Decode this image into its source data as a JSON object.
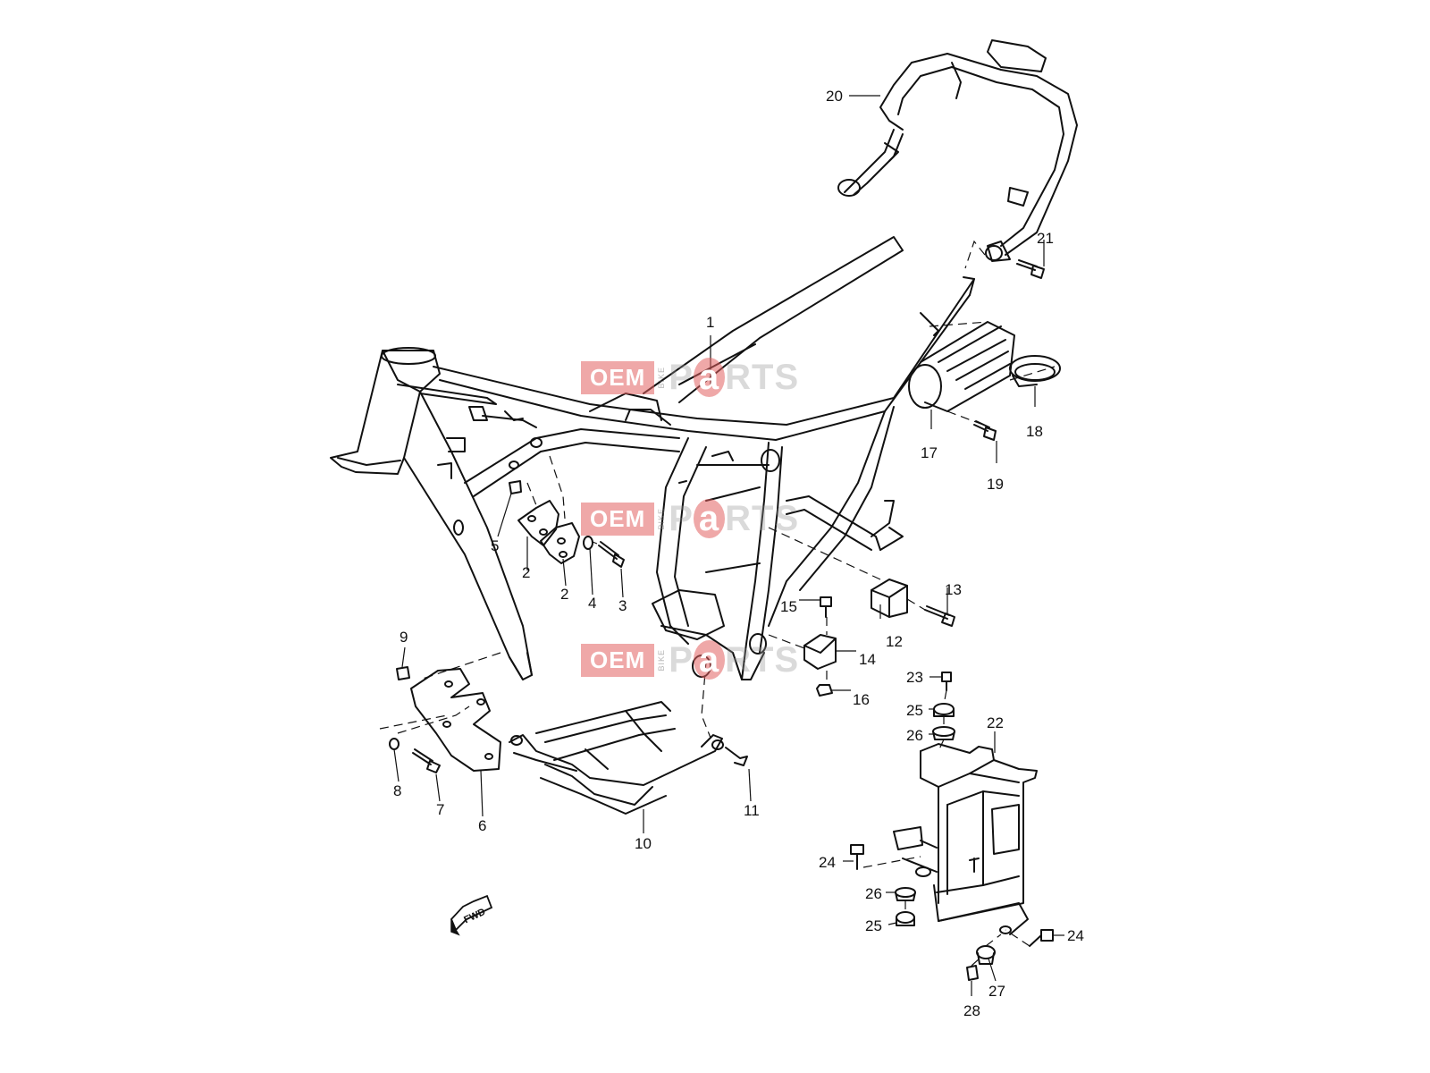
{
  "watermark": {
    "oem": "OEM",
    "bike": "BIKE",
    "parts_pre": "P",
    "parts_a": "a",
    "parts_post": "RTS"
  },
  "direction_arrow": "FWD",
  "callouts": [
    "1",
    "2",
    "2",
    "3",
    "4",
    "5",
    "6",
    "7",
    "8",
    "9",
    "10",
    "11",
    "12",
    "13",
    "14",
    "15",
    "16",
    "17",
    "18",
    "19",
    "20",
    "21",
    "22",
    "23",
    "24",
    "24",
    "25",
    "25",
    "26",
    "26",
    "27",
    "28"
  ],
  "colors": {
    "line": "#111111",
    "watermark_red": "#e06060",
    "watermark_gray": "#969696"
  }
}
